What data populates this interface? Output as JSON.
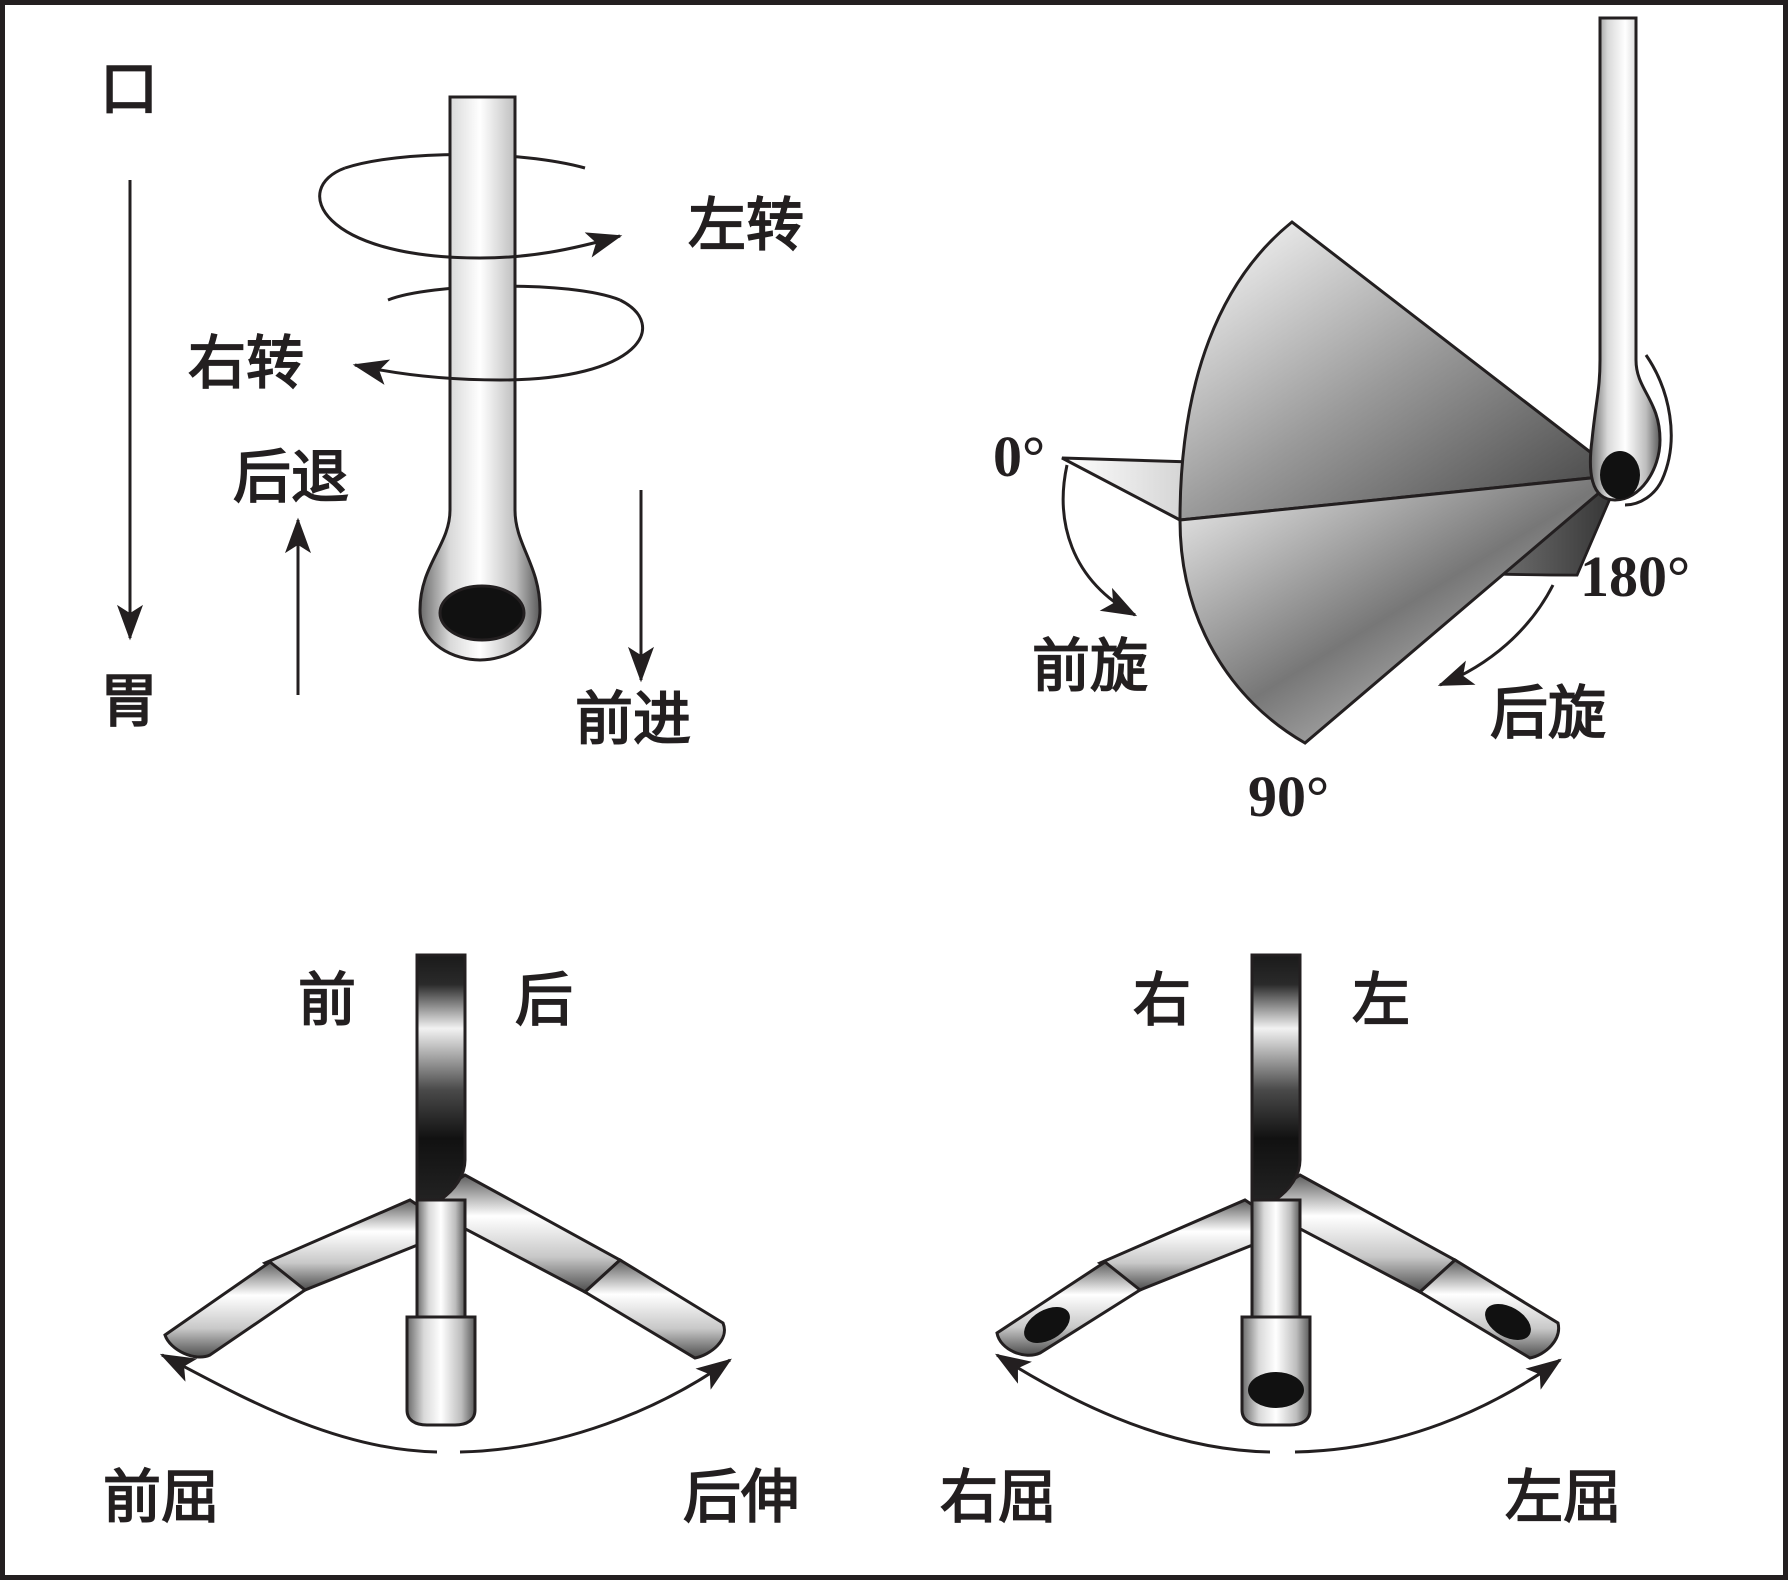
{
  "panel_insertion": {
    "mouth": "口",
    "stomach": "胃",
    "turn_left": "左转",
    "turn_right": "右转",
    "retreat": "后退",
    "advance": "前进"
  },
  "panel_rotation": {
    "deg_0": "0°",
    "deg_90": "90°",
    "deg_180": "180°",
    "pronation": "前旋",
    "supination": "后旋"
  },
  "panel_flexion_ap": {
    "front": "前",
    "back": "后",
    "front_flex": "前屈",
    "back_extend": "后伸"
  },
  "panel_flexion_lr": {
    "right": "右",
    "left": "左",
    "right_flex": "右屈",
    "left_flex": "左屈"
  },
  "colors": {
    "ink": "#231f20",
    "paper": "#ffffff",
    "tube_highlight": "#f4f4f4",
    "tube_shadow": "#5a5a5a",
    "tip_dark": "#111111"
  }
}
